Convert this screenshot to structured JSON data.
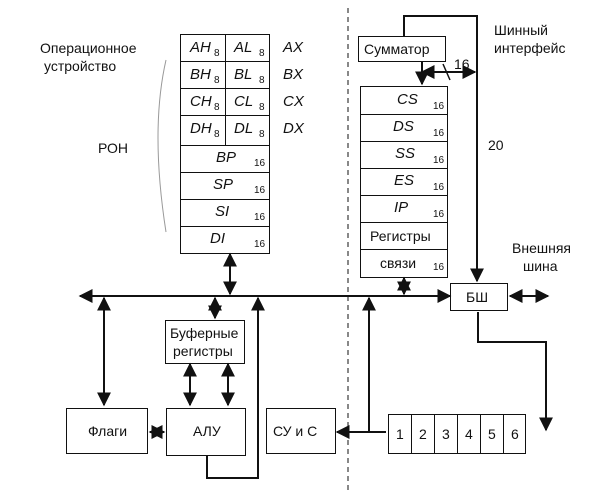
{
  "labels": {
    "op_unit_line1": "Операционное",
    "op_unit_line2": "устройство",
    "ron": "РОН",
    "bus_if_line1": "Шинный",
    "bus_if_line2": "интерфейс",
    "ext_bus_line1": "Внешняя",
    "ext_bus_line2": "шина",
    "width_16": "16",
    "width_20": "20"
  },
  "gp_registers": [
    {
      "high": "AH",
      "high_w": "8",
      "low": "AL",
      "low_w": "8",
      "pair": "AX"
    },
    {
      "high": "BH",
      "high_w": "8",
      "low": "BL",
      "low_w": "8",
      "pair": "BX"
    },
    {
      "high": "CH",
      "high_w": "8",
      "low": "CL",
      "low_w": "8",
      "pair": "CX"
    },
    {
      "high": "DH",
      "high_w": "8",
      "low": "DL",
      "low_w": "8",
      "pair": "DX"
    }
  ],
  "pointer_registers": [
    {
      "name": "BP",
      "w": "16"
    },
    {
      "name": "SP",
      "w": "16"
    },
    {
      "name": "SI",
      "w": "16"
    },
    {
      "name": "DI",
      "w": "16"
    }
  ],
  "segment_registers": [
    {
      "name": "CS",
      "w": "16"
    },
    {
      "name": "DS",
      "w": "16"
    },
    {
      "name": "SS",
      "w": "16"
    },
    {
      "name": "ES",
      "w": "16"
    },
    {
      "name": "IP",
      "w": "16"
    }
  ],
  "link_registers": {
    "line1": "Регистры",
    "line2": "связи",
    "w": "16"
  },
  "blocks": {
    "adder": "Сумматор",
    "buffer_line1": "Буферные",
    "buffer_line2": "регистры",
    "flags": "Флаги",
    "alu": "АЛУ",
    "control": "СУ и С",
    "bus_unit": "БШ"
  },
  "queue": [
    "1",
    "2",
    "3",
    "4",
    "5",
    "6"
  ]
}
